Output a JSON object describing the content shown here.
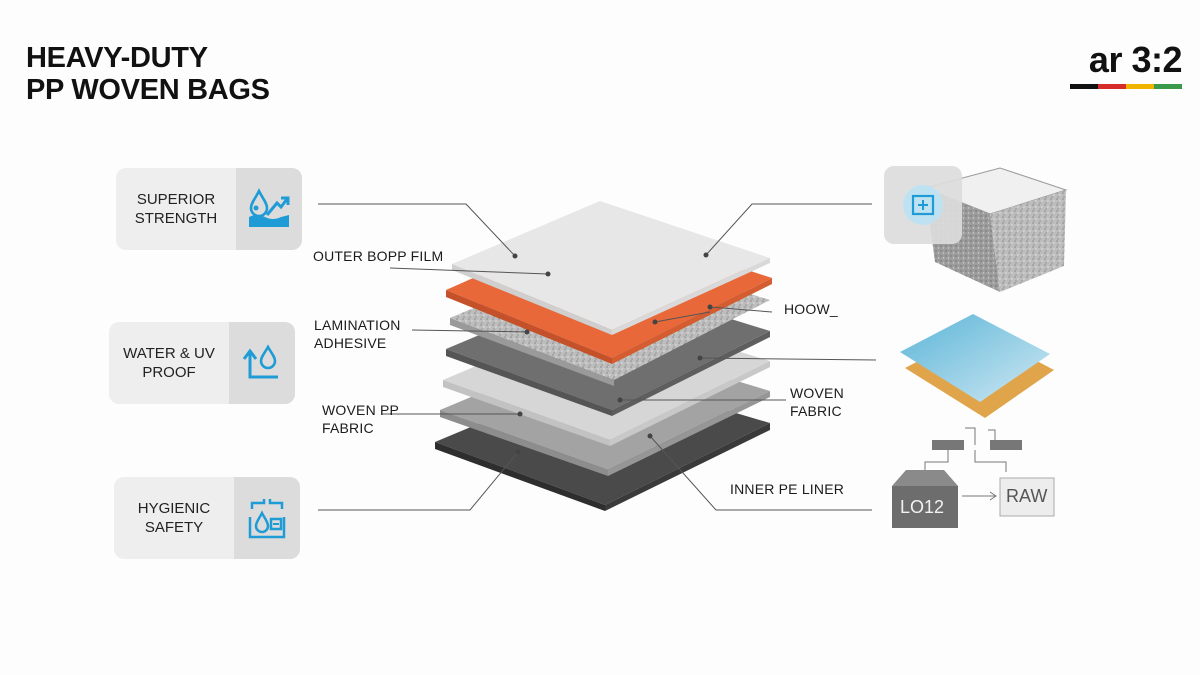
{
  "header": {
    "title_line1": "HEAVY-DUTY",
    "title_line2": "PP WOVEN BAGS"
  },
  "brand": {
    "text": "ar 3:2",
    "stripe_colors": [
      "#111111",
      "#d62b2b",
      "#f0b400",
      "#3a9a4a"
    ]
  },
  "features": [
    {
      "line1": "SUPERIOR",
      "line2": "STRENGTH",
      "icon": "water-drop-strength-icon"
    },
    {
      "line1": "WATER & UV",
      "line2": "PROOF",
      "icon": "water-drop-uv-icon"
    },
    {
      "line1": "HYGIENIC",
      "line2": "SAFETY",
      "icon": "hygiene-shield-icon"
    }
  ],
  "layers": {
    "outer_bopp_film": "OUTER BOPP FILM",
    "lamination_1": "LAMINATION",
    "lamination_2": "ADHESIVE",
    "woven_left_1": "WOVEN PP",
    "woven_left_2": "FABRIC",
    "hoow": "HOOW_",
    "woven_right_1": "WOVEN",
    "woven_right_2": "FABRIC",
    "inner_pe_liner": "INNER PE LINER"
  },
  "flow": {
    "box_left": "LO12",
    "box_right": "RAW"
  },
  "colors": {
    "accent_icon": "#1f9bd6",
    "orange_layer": "#e8683a",
    "dark_layer": "#4a4a4a"
  }
}
